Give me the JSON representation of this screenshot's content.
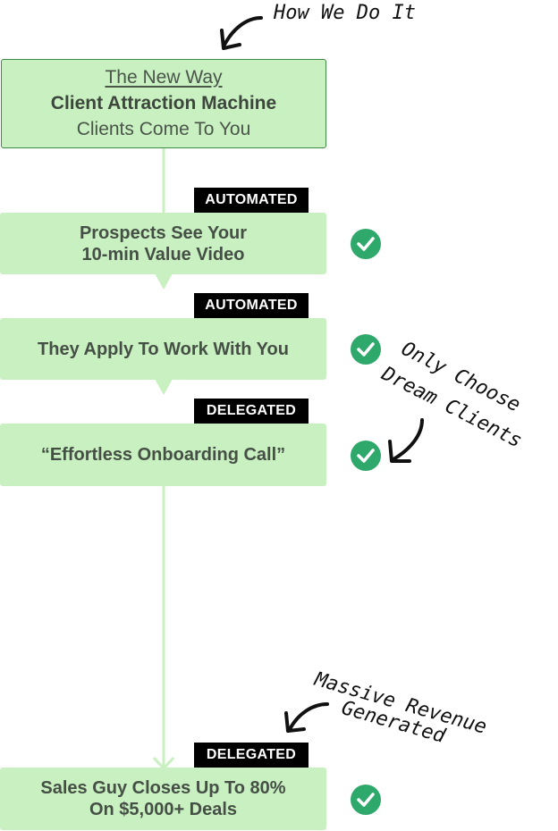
{
  "header_note": "How We Do It",
  "hero": {
    "line1": "The New Way",
    "line2": "Client Attraction Machine",
    "line3": "Clients Come To You"
  },
  "steps": [
    {
      "tag": "AUTOMATED",
      "line1": "Prospects See Your",
      "line2": "10-min Value Video"
    },
    {
      "tag": "AUTOMATED",
      "line1": "They Apply To Work With You",
      "line2": ""
    },
    {
      "tag": "DELEGATED",
      "line1": "“Effortless Onboarding Call”",
      "line2": ""
    },
    {
      "tag": "DELEGATED",
      "line1": "Sales Guy Closes Up To 80%",
      "line2": "On $5,000+ Deals"
    }
  ],
  "annotations": {
    "dream_line1": "Only Choose",
    "dream_line2": "Dream Clients",
    "revenue_line1": "Massive Revenue",
    "revenue_line2": "Generated"
  },
  "icons": {
    "check": "check-circle-icon",
    "arrow": "hand-drawn-arrow-icon"
  },
  "colors": {
    "box_fill": "#c8f0c0",
    "hero_border": "#3f8a44",
    "check_fill": "#2fa86c",
    "connector": "#c8f0c0",
    "tag_bg": "#000000"
  }
}
